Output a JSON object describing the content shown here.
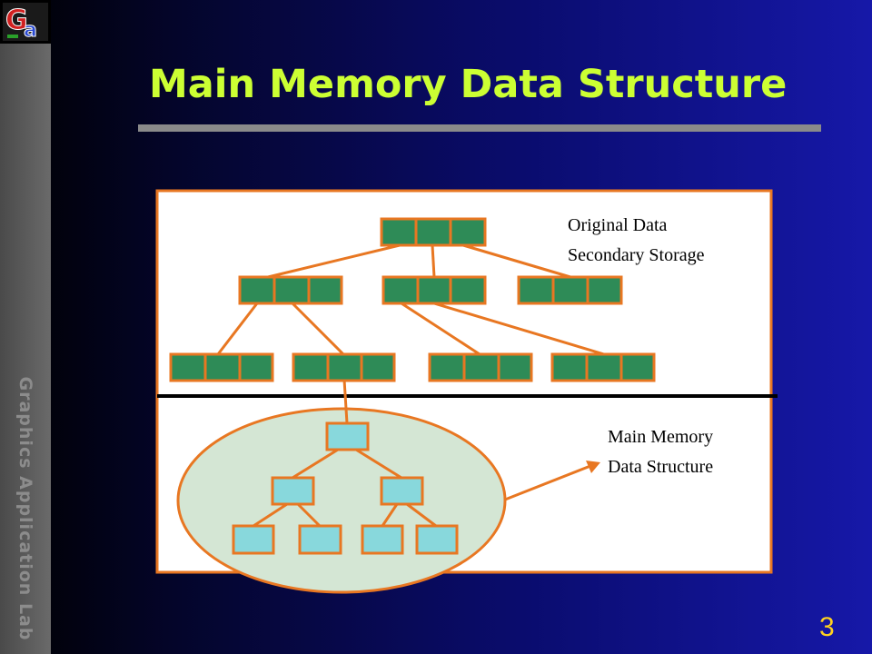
{
  "sidebar": {
    "label": "Graphics Application Lab"
  },
  "slide": {
    "title": "Main Memory Data Structure",
    "page_number": "3"
  },
  "diagram": {
    "label_original_line1": "Original Data",
    "label_original_line2": "Secondary Storage",
    "label_memory_line1": "Main Memory",
    "label_memory_line2": "Data Structure"
  },
  "colors": {
    "title": "#ccff33",
    "node_fill": "#2e8b57",
    "node_stroke": "#e87722",
    "memory_node_fill": "#88d8dc",
    "ellipse_fill": "#d4e6d4",
    "page_number": "#ffd21f"
  }
}
